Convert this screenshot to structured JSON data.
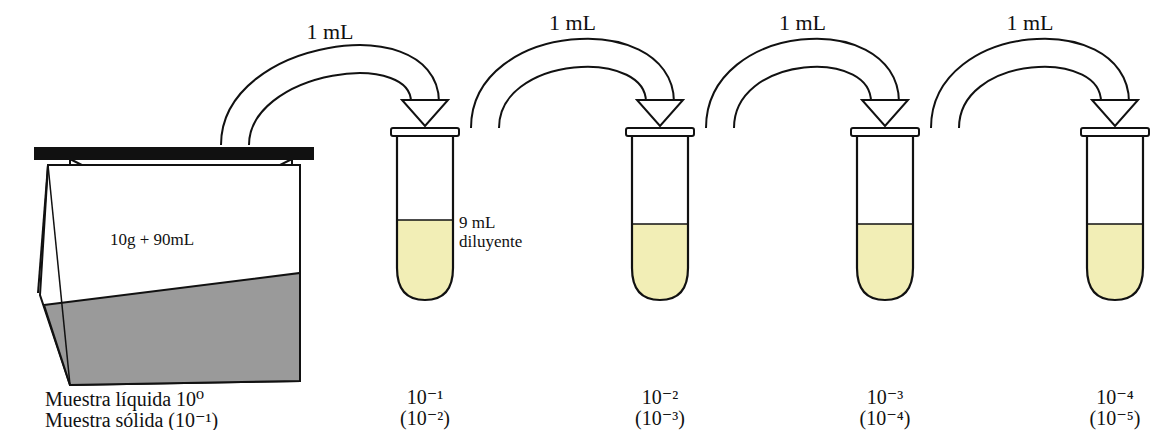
{
  "diagram": {
    "nodes": [
      {
        "text": [
          "10g + 90mL",
          "Muestra líquida 10⁰",
          "Muestra sólida (10⁻¹)"
        ]
      },
      {
        "text": [
          "9 mL diluyente",
          "10⁻¹",
          "(10⁻²)"
        ]
      },
      {
        "text": [
          "10⁻²",
          "(10⁻³)"
        ]
      },
      {
        "text": [
          "10⁻³",
          "(10⁻⁴)"
        ]
      },
      {
        "text": [
          "10⁻⁴",
          "(10⁻⁵)"
        ]
      }
    ],
    "edges": [
      {
        "from": 0,
        "to": 1,
        "label": "1 mL",
        "arrow": "to"
      },
      {
        "from": 1,
        "to": 2,
        "label": "1 mL",
        "arrow": "to"
      },
      {
        "from": 2,
        "to": 3,
        "label": "1 mL",
        "arrow": "to"
      },
      {
        "from": 3,
        "to": 4,
        "label": "1 mL",
        "arrow": "to"
      }
    ]
  }
}
